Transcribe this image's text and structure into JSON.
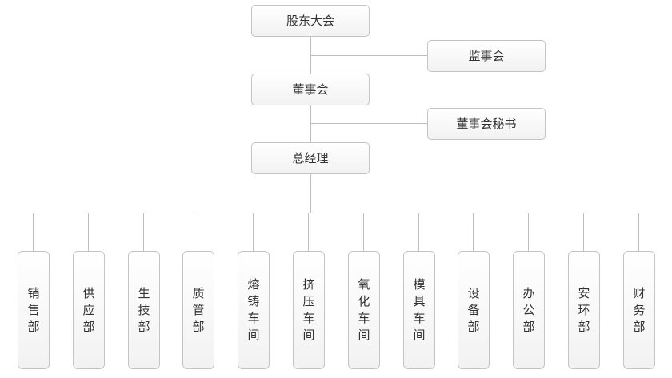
{
  "nodes": {
    "shareholders": "股东大会",
    "supervisors": "监事会",
    "board": "董事会",
    "secretary": "董事会秘书",
    "gm": "总经理"
  },
  "departments": [
    "销售部",
    "供应部",
    "生技部",
    "质管部",
    "熔铸车间",
    "挤压车间",
    "氧化车间",
    "模具车间",
    "设备部",
    "办公部",
    "安环部",
    "财务部"
  ],
  "colors": {
    "line": "#bdbdbd",
    "border": "#c4c4c4",
    "text": "#333333"
  }
}
